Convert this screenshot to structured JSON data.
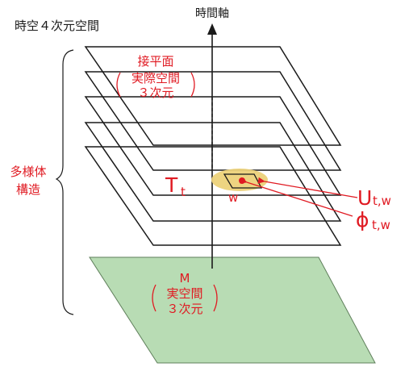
{
  "title": "時空４次元空間",
  "time_axis_label": "時間軸",
  "manifold_label_line1": "多様体",
  "manifold_label_line2": "構造",
  "tangent_plane": {
    "title": "接平面",
    "subtitle_line1": "実際空間",
    "subtitle_line2": "３次元"
  },
  "base_space": {
    "name": "M",
    "subtitle_line1": "実空間",
    "subtitle_line2": "３次元"
  },
  "tangent_symbol": "T",
  "tangent_subscript": "t",
  "point_label": "w",
  "u_symbol": "U",
  "u_subscript": "t,w",
  "phi_symbol": "ϕ",
  "phi_subscript": "t,w",
  "colors": {
    "annotation_red": "#e01a22",
    "base_plane_fill": "#b8dcb4",
    "highlight_yellow": "#ecd27a",
    "outline": "#1a1a1a"
  }
}
